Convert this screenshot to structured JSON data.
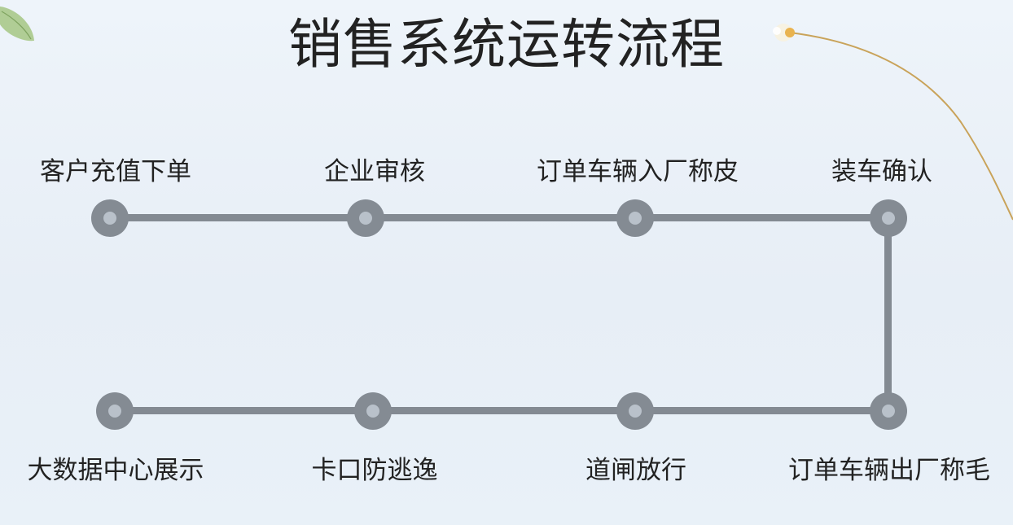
{
  "title": "销售系统运转流程",
  "steps": {
    "s1": "客户充值下单",
    "s2": "企业审核",
    "s3": "订单车辆入厂称皮",
    "s4": "装车确认",
    "s5": "订单车辆出厂称毛",
    "s6": "道闸放行",
    "s7": "卡口防逃逸",
    "s8": "大数据中心展示"
  },
  "colors": {
    "connector": "#838a92",
    "node_ring": "#848b93",
    "node_center": "#b9c1ca",
    "background": "#e9f0f7"
  }
}
